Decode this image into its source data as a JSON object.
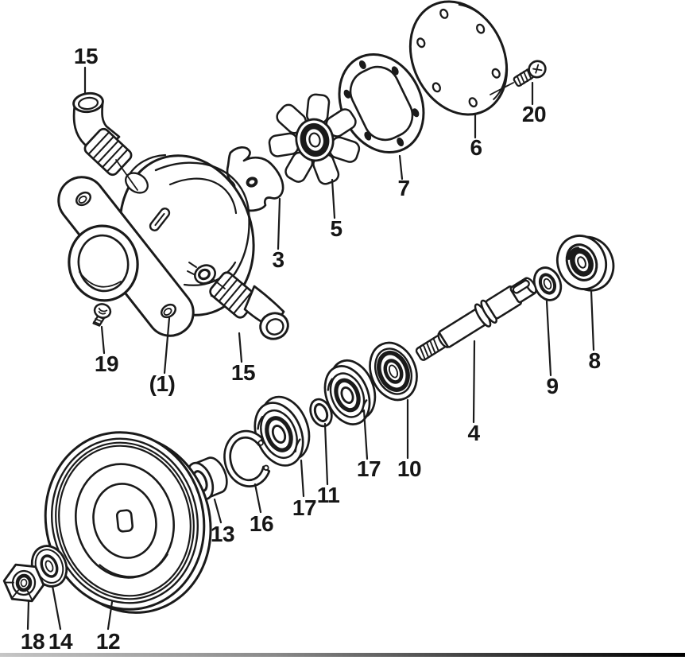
{
  "diagram": {
    "kind": "exploded parts diagram",
    "colors": {
      "ink": "#1a1a1a",
      "paper": "#ffffff",
      "edge_shadow": "#000000"
    }
  },
  "labels": [
    {
      "ref": "15",
      "name": "hose-elbow-upper"
    },
    {
      "ref": "20",
      "name": "cover-screw"
    },
    {
      "ref": "6",
      "name": "cover-plate"
    },
    {
      "ref": "7",
      "name": "gasket"
    },
    {
      "ref": "5",
      "name": "impeller"
    },
    {
      "ref": "3",
      "name": "cam"
    },
    {
      "ref": "8",
      "name": "seal-ring"
    },
    {
      "ref": "9",
      "name": "washer-small"
    },
    {
      "ref": "4",
      "name": "shaft"
    },
    {
      "ref": "19",
      "name": "body-screw"
    },
    {
      "ref": "(1)",
      "name": "pump-body"
    },
    {
      "ref": "15",
      "name": "hose-elbow-lower"
    },
    {
      "ref": "17",
      "name": "bearing-right"
    },
    {
      "ref": "10",
      "name": "bearing-race"
    },
    {
      "ref": "11",
      "name": "spacer-ring"
    },
    {
      "ref": "17",
      "name": "bearing-left"
    },
    {
      "ref": "16",
      "name": "snap-ring"
    },
    {
      "ref": "13",
      "name": "spacer-collar"
    },
    {
      "ref": "12",
      "name": "pulley"
    },
    {
      "ref": "14",
      "name": "washer"
    },
    {
      "ref": "18",
      "name": "nut"
    }
  ]
}
